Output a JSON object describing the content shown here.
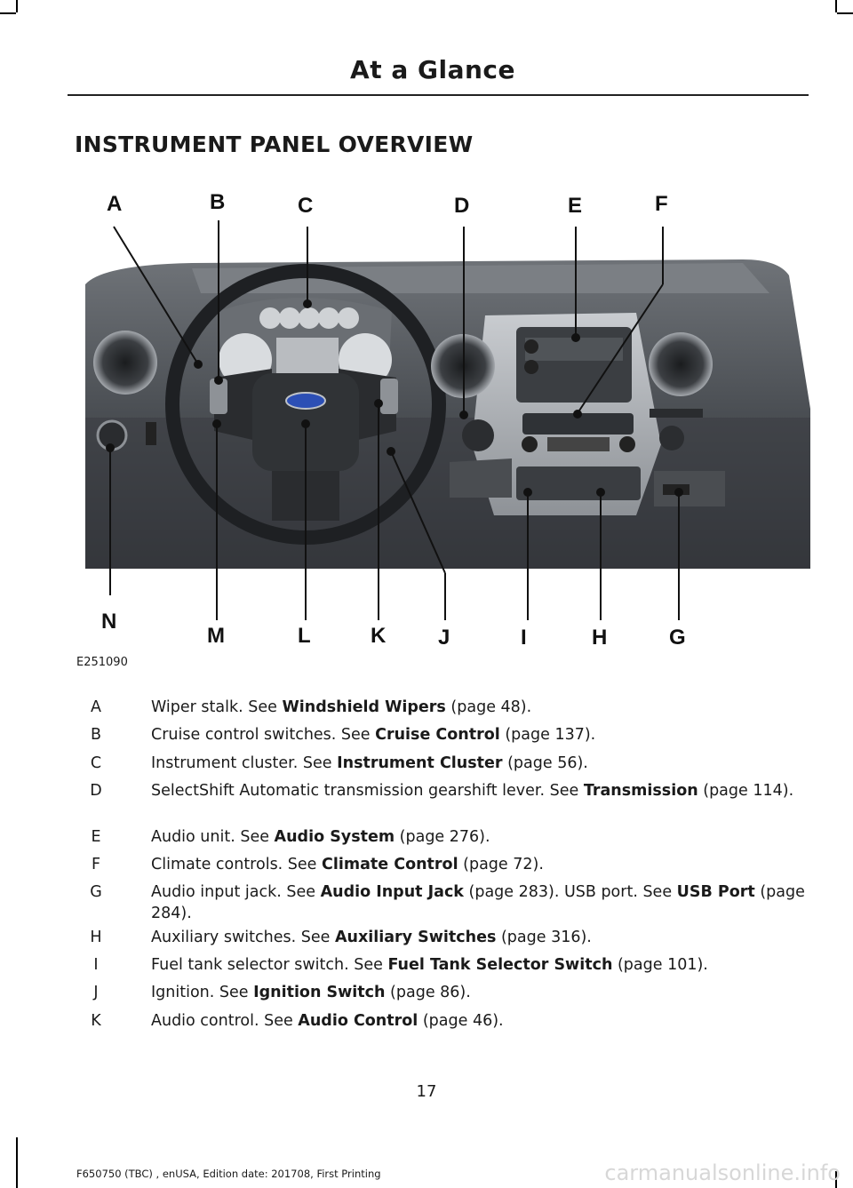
{
  "header": {
    "title": "At a Glance"
  },
  "section": {
    "title": "INSTRUMENT PANEL OVERVIEW"
  },
  "figure": {
    "id": "E251090",
    "callouts_top": [
      "A",
      "B",
      "C",
      "D",
      "E",
      "F"
    ],
    "callouts_bottom": [
      "N",
      "M",
      "L",
      "K",
      "J",
      "I",
      "H",
      "G"
    ]
  },
  "legend": [
    {
      "key": "A",
      "text": "Wiper stalk.  See ",
      "ref": "Windshield Wipers",
      "page": " (page 48)."
    },
    {
      "key": "B",
      "text": "Cruise control switches.  See ",
      "ref": "Cruise Control",
      "page": " (page 137)."
    },
    {
      "key": "C",
      "text": "Instrument cluster.  See ",
      "ref": "Instrument Cluster",
      "page": " (page 56)."
    },
    {
      "key": "D",
      "text": "SelectShift Automatic transmission gearshift lever.  See ",
      "ref": "Transmission",
      "page": " (page 114)."
    },
    {
      "key": "E",
      "text": "Audio unit.  See ",
      "ref": "Audio System",
      "page": " (page 276)."
    },
    {
      "key": "F",
      "text": "Climate controls.  See ",
      "ref": "Climate Control",
      "page": " (page 72)."
    },
    {
      "key": "G",
      "text": "Audio input jack.  See ",
      "ref": "Audio Input Jack",
      "page": " (page 283).  USB port.  See ",
      "ref2": "USB Port",
      "page2": " (page 284)."
    },
    {
      "key": "H",
      "text": "Auxiliary switches.  See ",
      "ref": "Auxiliary Switches",
      "page": " (page 316)."
    },
    {
      "key": "I",
      "text": "Fuel tank selector switch.  See ",
      "ref": "Fuel Tank Selector Switch",
      "page": " (page 101)."
    },
    {
      "key": "J",
      "text": "Ignition.  See ",
      "ref": "Ignition Switch",
      "page": " (page 86)."
    },
    {
      "key": "K",
      "text": "Audio control.  See ",
      "ref": "Audio Control",
      "page": " (page 46)."
    }
  ],
  "page_number": "17",
  "footer": "F650750 (TBC) , enUSA, Edition date: 201708, First Printing",
  "watermark": "carmanualsonline.info"
}
